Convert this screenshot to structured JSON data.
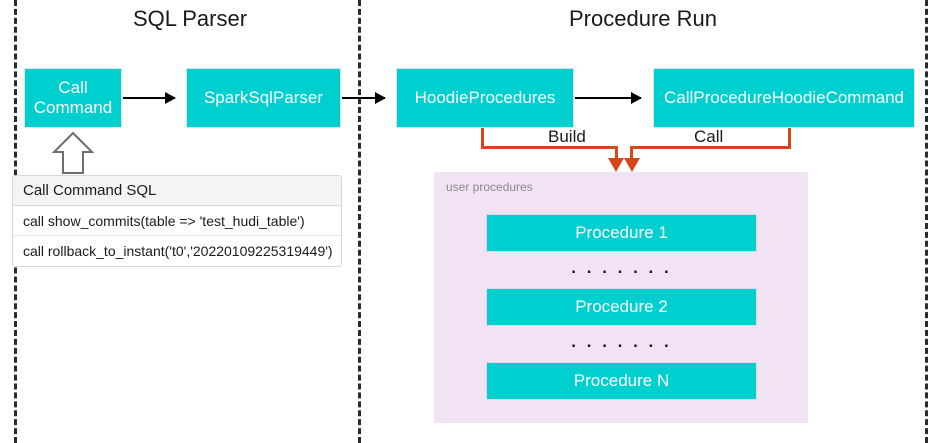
{
  "sections": [
    {
      "id": "sql-parser",
      "title": "SQL Parser"
    },
    {
      "id": "procedure-run",
      "title": "Procedure Run"
    }
  ],
  "boxes": {
    "call_command": "Call\nCommand",
    "call_command_line1": "Call",
    "call_command_line2": "Command",
    "spark_sql_parser": "SparkSqlParser",
    "hoodie_procedures": "HoodieProcedures",
    "call_procedure_hoodie_command": "CallProcedureHoodieCommand"
  },
  "connectors": {
    "build_label": "Build",
    "call_label": "Call"
  },
  "sql_table": {
    "header": "Call Command SQL",
    "rows": [
      "call show_commits(table => 'test_hudi_table')",
      "call rollback_to_instant('t0','20220109225319449')"
    ]
  },
  "user_procedures": {
    "label": "user procedures",
    "items": [
      "Procedure 1",
      "Procedure 2",
      "Procedure N"
    ],
    "ellipsis": ". . . . . . ."
  },
  "colors": {
    "teal": "#00CFCF",
    "panel_pink": "#F2E3F4",
    "orange": "#D6461A",
    "divider": "#2B2B2B",
    "text": "#1A1A1A",
    "muted_text": "#8A8A8A",
    "table_header_bg": "#F4F4F4"
  }
}
